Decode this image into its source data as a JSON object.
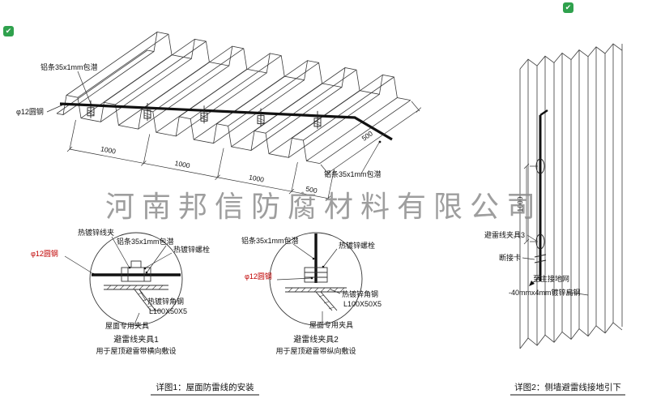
{
  "watermark": {
    "text": "河南邦信防腐材料有限公司"
  },
  "stamp": {
    "glyph": "✔"
  },
  "roof": {
    "strip_label_top": "铝条35x1mm包潜",
    "rod_label": "φ12圆钢",
    "strip_label_right": "铝条35x1mm包潜",
    "dims": [
      "1000",
      "1000",
      "1000",
      "500"
    ],
    "dim_depth": "500"
  },
  "clamp1": {
    "label_clip": "热镀锌线夹",
    "label_strip": "铝条35x1mm包潜",
    "label_bolt": "热镀锌螺栓",
    "label_rod": "φ12圆钢",
    "label_angle": "热镀锌角钢",
    "label_angle_size": "L100X50X5",
    "label_fixture": "屋面专用夹具",
    "title": "避雷线夹具1",
    "subtitle": "用于屋顶避雷带横向敷设"
  },
  "clamp2": {
    "label_strip": "铝条35x1mm包潜",
    "label_bolt": "热镀锌螺栓",
    "label_rod": "φ12圆钢",
    "label_angle": "热镀锌角钢",
    "label_angle_size": "L100X50X5",
    "label_fixture": "屋面专用夹具",
    "title": "避雷线夹具2",
    "subtitle": "用于屋顶避雷带纵向敷设"
  },
  "wall": {
    "dim": "1000",
    "label_clamp": "避雷线夹具3",
    "label_disconnect": "断接卡",
    "label_to_ground": "至主接地网",
    "label_flat_steel": "-40mmx4mm镀锌扁钢"
  },
  "captions": {
    "detail1": "详图1：屋面防雷线的安装",
    "detail2": "详图2：侧墙避雷线接地引下"
  }
}
